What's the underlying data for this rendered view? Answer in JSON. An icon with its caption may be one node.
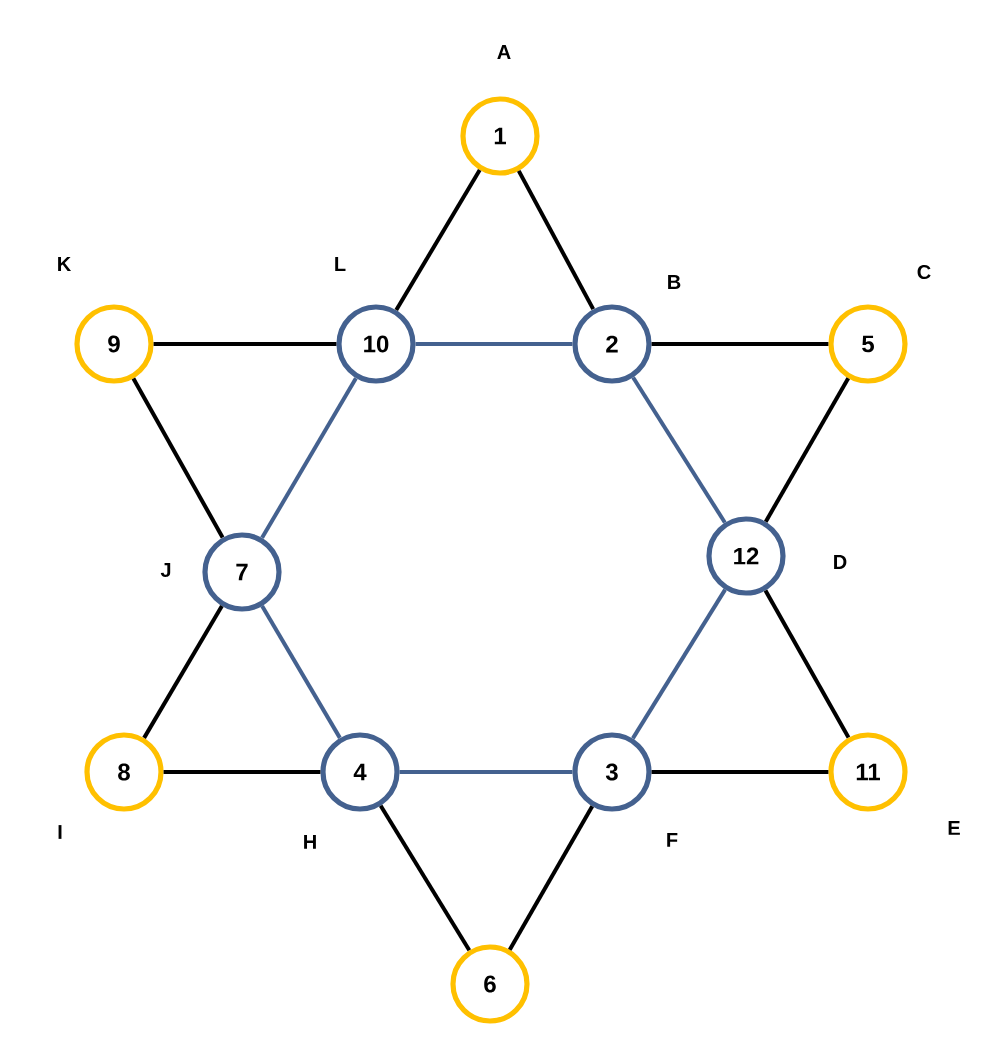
{
  "diagram": {
    "nodes": [
      {
        "text": [
          "1"
        ],
        "beside": [
          "A"
        ]
      },
      {
        "text": [
          "2"
        ],
        "beside": [
          "B"
        ]
      },
      {
        "text": [
          "5"
        ],
        "beside": [
          "C"
        ]
      },
      {
        "text": [
          "12"
        ],
        "beside": [
          "D"
        ]
      },
      {
        "text": [
          "11"
        ],
        "beside": [
          "E"
        ]
      },
      {
        "text": [
          "3"
        ],
        "beside": [
          "F"
        ]
      },
      {
        "text": [
          "6"
        ]
      },
      {
        "text": [
          "4"
        ],
        "beside": [
          "H"
        ]
      },
      {
        "text": [
          "8"
        ],
        "beside": [
          "I"
        ]
      },
      {
        "text": [
          "7"
        ],
        "beside": [
          "J"
        ]
      },
      {
        "text": [
          "9"
        ],
        "beside": [
          "K"
        ]
      },
      {
        "text": [
          "10"
        ],
        "beside": [
          "L"
        ]
      }
    ],
    "edges": [
      {
        "from": 0,
        "to": 11,
        "arrow": "none"
      },
      {
        "from": 0,
        "to": 1,
        "arrow": "none"
      },
      {
        "from": 10,
        "to": 11,
        "arrow": "none"
      },
      {
        "from": 1,
        "to": 2,
        "arrow": "none"
      },
      {
        "from": 10,
        "to": 9,
        "arrow": "none"
      },
      {
        "from": 2,
        "to": 3,
        "arrow": "none"
      },
      {
        "from": 9,
        "to": 8,
        "arrow": "none"
      },
      {
        "from": 3,
        "to": 4,
        "arrow": "none"
      },
      {
        "from": 8,
        "to": 7,
        "arrow": "none"
      },
      {
        "from": 5,
        "to": 4,
        "arrow": "none"
      },
      {
        "from": 7,
        "to": 6,
        "arrow": "none"
      },
      {
        "from": 5,
        "to": 6,
        "arrow": "none"
      },
      {
        "from": 11,
        "to": 1,
        "arrow": "none",
        "color": "#44618f"
      },
      {
        "from": 1,
        "to": 3,
        "arrow": "none",
        "color": "#44618f"
      },
      {
        "from": 3,
        "to": 5,
        "arrow": "none",
        "color": "#44618f"
      },
      {
        "from": 5,
        "to": 7,
        "arrow": "none",
        "color": "#44618f"
      },
      {
        "from": 7,
        "to": 9,
        "arrow": "none",
        "color": "#44618f"
      },
      {
        "from": 9,
        "to": 11,
        "arrow": "none",
        "color": "#44618f"
      }
    ]
  }
}
